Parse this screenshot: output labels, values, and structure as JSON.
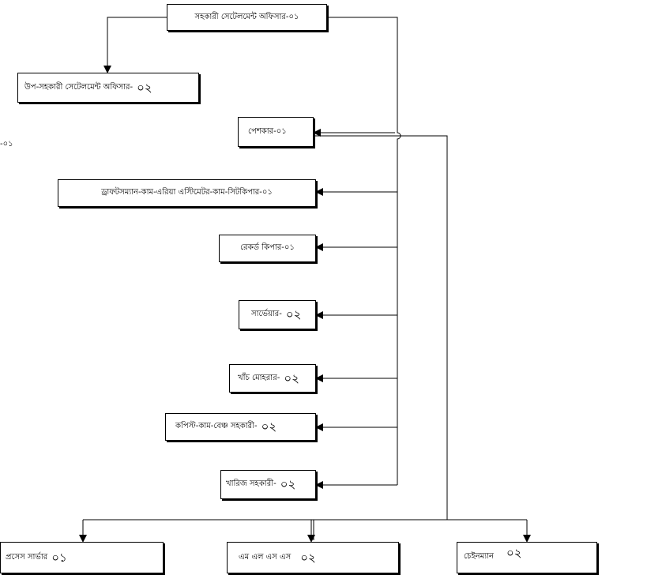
{
  "diagram": {
    "head": {
      "label": "সহকারী সেটেলমেন্ট অফিসার-০১",
      "count": ""
    },
    "deputy": {
      "label": "উপ-সহকারী সেটেলমেন্ট অফিসার-",
      "count": "০২"
    },
    "staff": [
      {
        "label": "পেশকার-০১",
        "count": ""
      },
      {
        "label": "ড্রাফটসম্যান-কাম-এরিয়া এস্টিমেটর-কাম-সিটকিপার-০১",
        "count": ""
      },
      {
        "label": "রেকর্ড কিপার-০১",
        "count": ""
      },
      {
        "label": "সার্ভেয়ার-",
        "count": "০২"
      },
      {
        "label": "খাঁচ মোহরার-",
        "count": "০২"
      },
      {
        "label": "কপিস্ট-কাম-বেঞ্চ সহকারী-",
        "count": "০২"
      },
      {
        "label": "খারিজ সহকারী-",
        "count": "০২"
      }
    ],
    "field": [
      {
        "label": "প্রসেস সার্ভার",
        "count": "০১"
      },
      {
        "label": "এম এল এস এস",
        "count": "০২"
      },
      {
        "label": "চেইনম্যান",
        "count": "০২"
      }
    ],
    "stray_text": "-০১"
  }
}
